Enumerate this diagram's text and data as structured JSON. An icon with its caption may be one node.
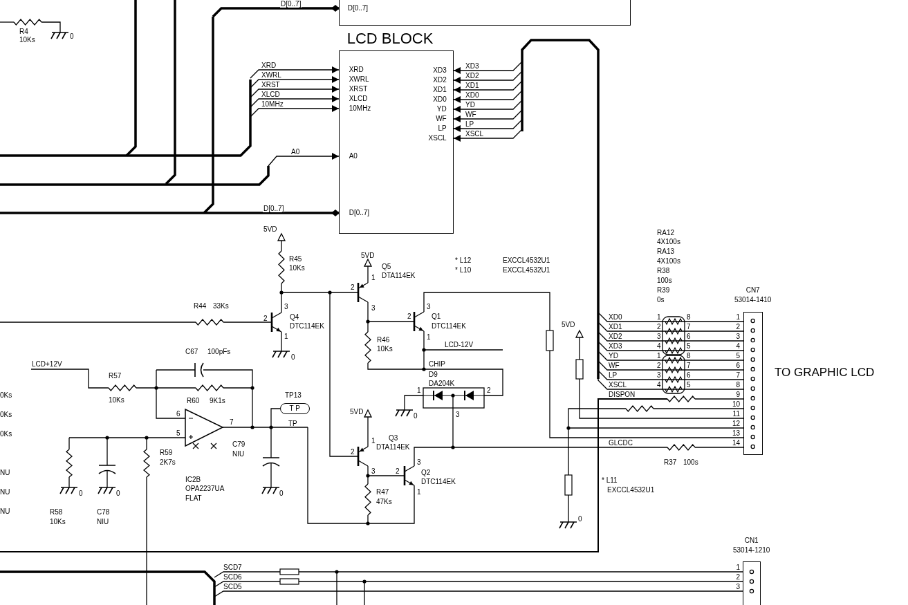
{
  "diagram": {
    "nodes": [
      {
        "text": [
          "D[0..7]"
        ]
      },
      {
        "text": [
          "LCD BLOCK",
          "XRD",
          "XWRL",
          "XRST",
          "XLCD",
          "10MHz",
          "A0",
          "D[0..7]",
          "XD3",
          "XD2",
          "XD1",
          "XD0",
          "YD",
          "WF",
          "LP",
          "XSCL"
        ]
      },
      {
        "text": [
          "T P"
        ],
        "beside": [
          "TP13"
        ]
      },
      {
        "text": [
          "CN7",
          "53014-1410"
        ]
      },
      {
        "text": [
          "CN1",
          "53014-1210"
        ]
      }
    ],
    "edges": [
      {
        "from": null,
        "to": 0,
        "arrow": "other",
        "style": "thick",
        "label": "D[0..7]"
      },
      {
        "from": 2,
        "to": null,
        "arrow": "other"
      },
      {
        "from": null,
        "to": 1,
        "arrow": "to",
        "label": "XRD"
      },
      {
        "from": null,
        "to": 1,
        "arrow": "to",
        "label": "XWRL"
      },
      {
        "from": null,
        "to": 1,
        "arrow": "to",
        "label": "XRST"
      },
      {
        "from": null,
        "to": 1,
        "arrow": "to",
        "label": "XLCD"
      },
      {
        "from": null,
        "to": 1,
        "arrow": "to",
        "label": "10MHz"
      },
      {
        "from": null,
        "to": 1,
        "arrow": "to",
        "label": "A0"
      },
      {
        "from": null,
        "to": 1,
        "arrow": "other",
        "style": "thick",
        "label": "D[0..7]"
      },
      {
        "from": 3,
        "to": 1,
        "arrow": "to",
        "label": "XD3"
      },
      {
        "from": 3,
        "to": 1,
        "arrow": "to",
        "label": "XD2"
      },
      {
        "from": 3,
        "to": 1,
        "arrow": "to",
        "label": "XD1"
      },
      {
        "from": 3,
        "to": 1,
        "arrow": "to",
        "label": "XD0"
      },
      {
        "from": 3,
        "to": 1,
        "arrow": "to",
        "label": "YD"
      },
      {
        "from": 3,
        "to": 1,
        "arrow": "to",
        "label": "WF"
      },
      {
        "from": 3,
        "to": 1,
        "arrow": "to",
        "label": "LP"
      },
      {
        "from": 3,
        "to": 1,
        "arrow": "to",
        "label": "XSCL"
      }
    ],
    "labels": [
      "R4",
      "10Ks",
      "0",
      "5VD",
      "R45",
      "10Ks",
      "R44",
      "33Ks",
      "2",
      "3",
      "Q4",
      "DTC114EK",
      "1",
      "0",
      "5VD",
      "Q5",
      "1",
      "DTA114EK",
      "2",
      "3",
      "* L12",
      "EXCCL4532U1",
      "* L10",
      "EXCCL4532U1",
      "3",
      "2",
      "Q1",
      "DTC114EK",
      "1",
      "LCD-12V",
      "R46",
      "10Ks",
      "CHIP",
      "D9",
      "DA204K",
      "1",
      "2",
      "0",
      "3",
      "5VD",
      "1",
      "Q3",
      "DTA114EK",
      "2",
      "3",
      "2",
      "3",
      "Q2",
      "DTC114EK",
      "R47",
      "1",
      "47Ks",
      "5VD",
      "* L11",
      "EXCCL4532U1",
      "0",
      "C67",
      "100pFs",
      "LCD+12V",
      "R57",
      "10Ks",
      "R60",
      "9K1s",
      "6",
      "5",
      "7",
      "TP",
      "C79",
      "R59",
      "NIU",
      "2K7s",
      "IC2B",
      "OPA2237UA",
      "FLAT",
      "0",
      "0",
      "0",
      "R58",
      "10Ks",
      "C78",
      "NIU",
      "0Ks",
      "0Ks",
      "0Ks",
      "NU",
      "NU",
      "NU",
      "RA12",
      "4X100s",
      "RA13",
      "4X100s",
      "R38",
      "100s",
      "R39",
      "0s",
      "XD0",
      "XD1",
      "XD2",
      "XD3",
      "YD",
      "WF",
      "LP",
      "XSCL",
      "DISPON",
      "GLCDC",
      "1",
      "2",
      "3",
      "4",
      "1",
      "2",
      "3",
      "4",
      "8",
      "7",
      "6",
      "5",
      "8",
      "7",
      "6",
      "5",
      "1",
      "2",
      "3",
      "4",
      "5",
      "6",
      "7",
      "8",
      "9",
      "10",
      "11",
      "12",
      "13",
      "14",
      "TO GRAPHIC LCD",
      "R37",
      "100s",
      "SCD7",
      "SCD6",
      "SCD5",
      "1",
      "2",
      "3"
    ]
  }
}
